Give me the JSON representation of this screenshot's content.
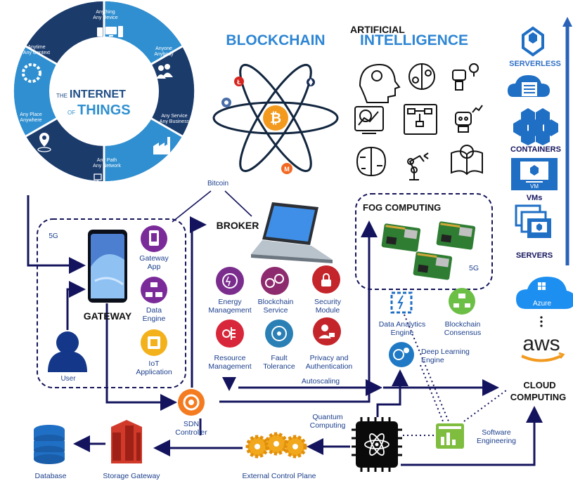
{
  "iot": {
    "title_prefix": "THE",
    "title_internet": "INTERNET",
    "title_of": "OF",
    "title_things": "THINGS",
    "segments": [
      {
        "line1": "Anything",
        "line2": "Any Device",
        "icon": "devices-icon"
      },
      {
        "line1": "Anyone",
        "line2": "Anybody",
        "icon": "people-icon"
      },
      {
        "line1": "Any Service",
        "line2": "Any Business",
        "icon": "factory-icon"
      },
      {
        "line1": "Any Path",
        "line2": "Any Network",
        "icon": "network-icon"
      },
      {
        "line1": "Any Place",
        "line2": "Anywhere",
        "icon": "location-pin-icon"
      },
      {
        "line1": "Anytime",
        "line2": "Any Context",
        "icon": "clock-icon"
      }
    ]
  },
  "blockchain": {
    "title": "BLOCKCHAIN"
  },
  "ai": {
    "title_line1": "ARTIFICIAL",
    "title_line2": "INTELLIGENCE"
  },
  "stack": {
    "serverless": "SERVERLESS",
    "containers": "CONTAINERS",
    "vm_badge": "VM",
    "vms": "VMs",
    "servers": "SERVERS"
  },
  "cloud": {
    "azure": "Azure",
    "aws": "aws",
    "title_line1": "CLOUD",
    "title_line2": "COMPUTING"
  },
  "gateway": {
    "fivegee": "5G",
    "title": "GATEWAY",
    "user": "User",
    "apps": [
      {
        "line1": "Gateway",
        "line2": "App"
      },
      {
        "line1": "Data",
        "line2": "Engine"
      },
      {
        "line1": "IoT",
        "line2": "Application"
      }
    ]
  },
  "broker": {
    "bitcoin": "Bitcoin",
    "title": "BROKER",
    "modules": [
      {
        "line1": "Energy",
        "line2": "Management",
        "color": "#7b2d8e"
      },
      {
        "line1": "Blockchain",
        "line2": "Service",
        "color": "#8e2a6e"
      },
      {
        "line1": "Security",
        "line2": "Module",
        "color": "#c4252b"
      },
      {
        "line1": "Resource",
        "line2": "Management",
        "color": "#d8273a"
      },
      {
        "line1": "Fault",
        "line2": "Tolerance",
        "color": "#2a7fb5"
      },
      {
        "line1": "Privacy and",
        "line2": "Authentication",
        "color": "#c4252b"
      }
    ],
    "autoscaling": "Autoscaling"
  },
  "fog": {
    "title": "FOG COMPUTING",
    "fivegee": "5G",
    "data_analytics_line1": "Data Analytics",
    "data_analytics_line2": "Engine",
    "blockchain_consensus_line1": "Blockchain",
    "blockchain_consensus_line2": "Consensus",
    "deep_learning_line1": "Deep Learning",
    "deep_learning_line2": "Engine"
  },
  "bottom": {
    "sdn_line1": "SDN",
    "sdn_line2": "Controller",
    "quantum_line1": "Quantum",
    "quantum_line2": "Computing",
    "software_line1": "Software",
    "software_line2": "Engineering",
    "database": "Database",
    "storage_gateway": "Storage Gateway",
    "external_control_plane": "External Control Plane"
  }
}
